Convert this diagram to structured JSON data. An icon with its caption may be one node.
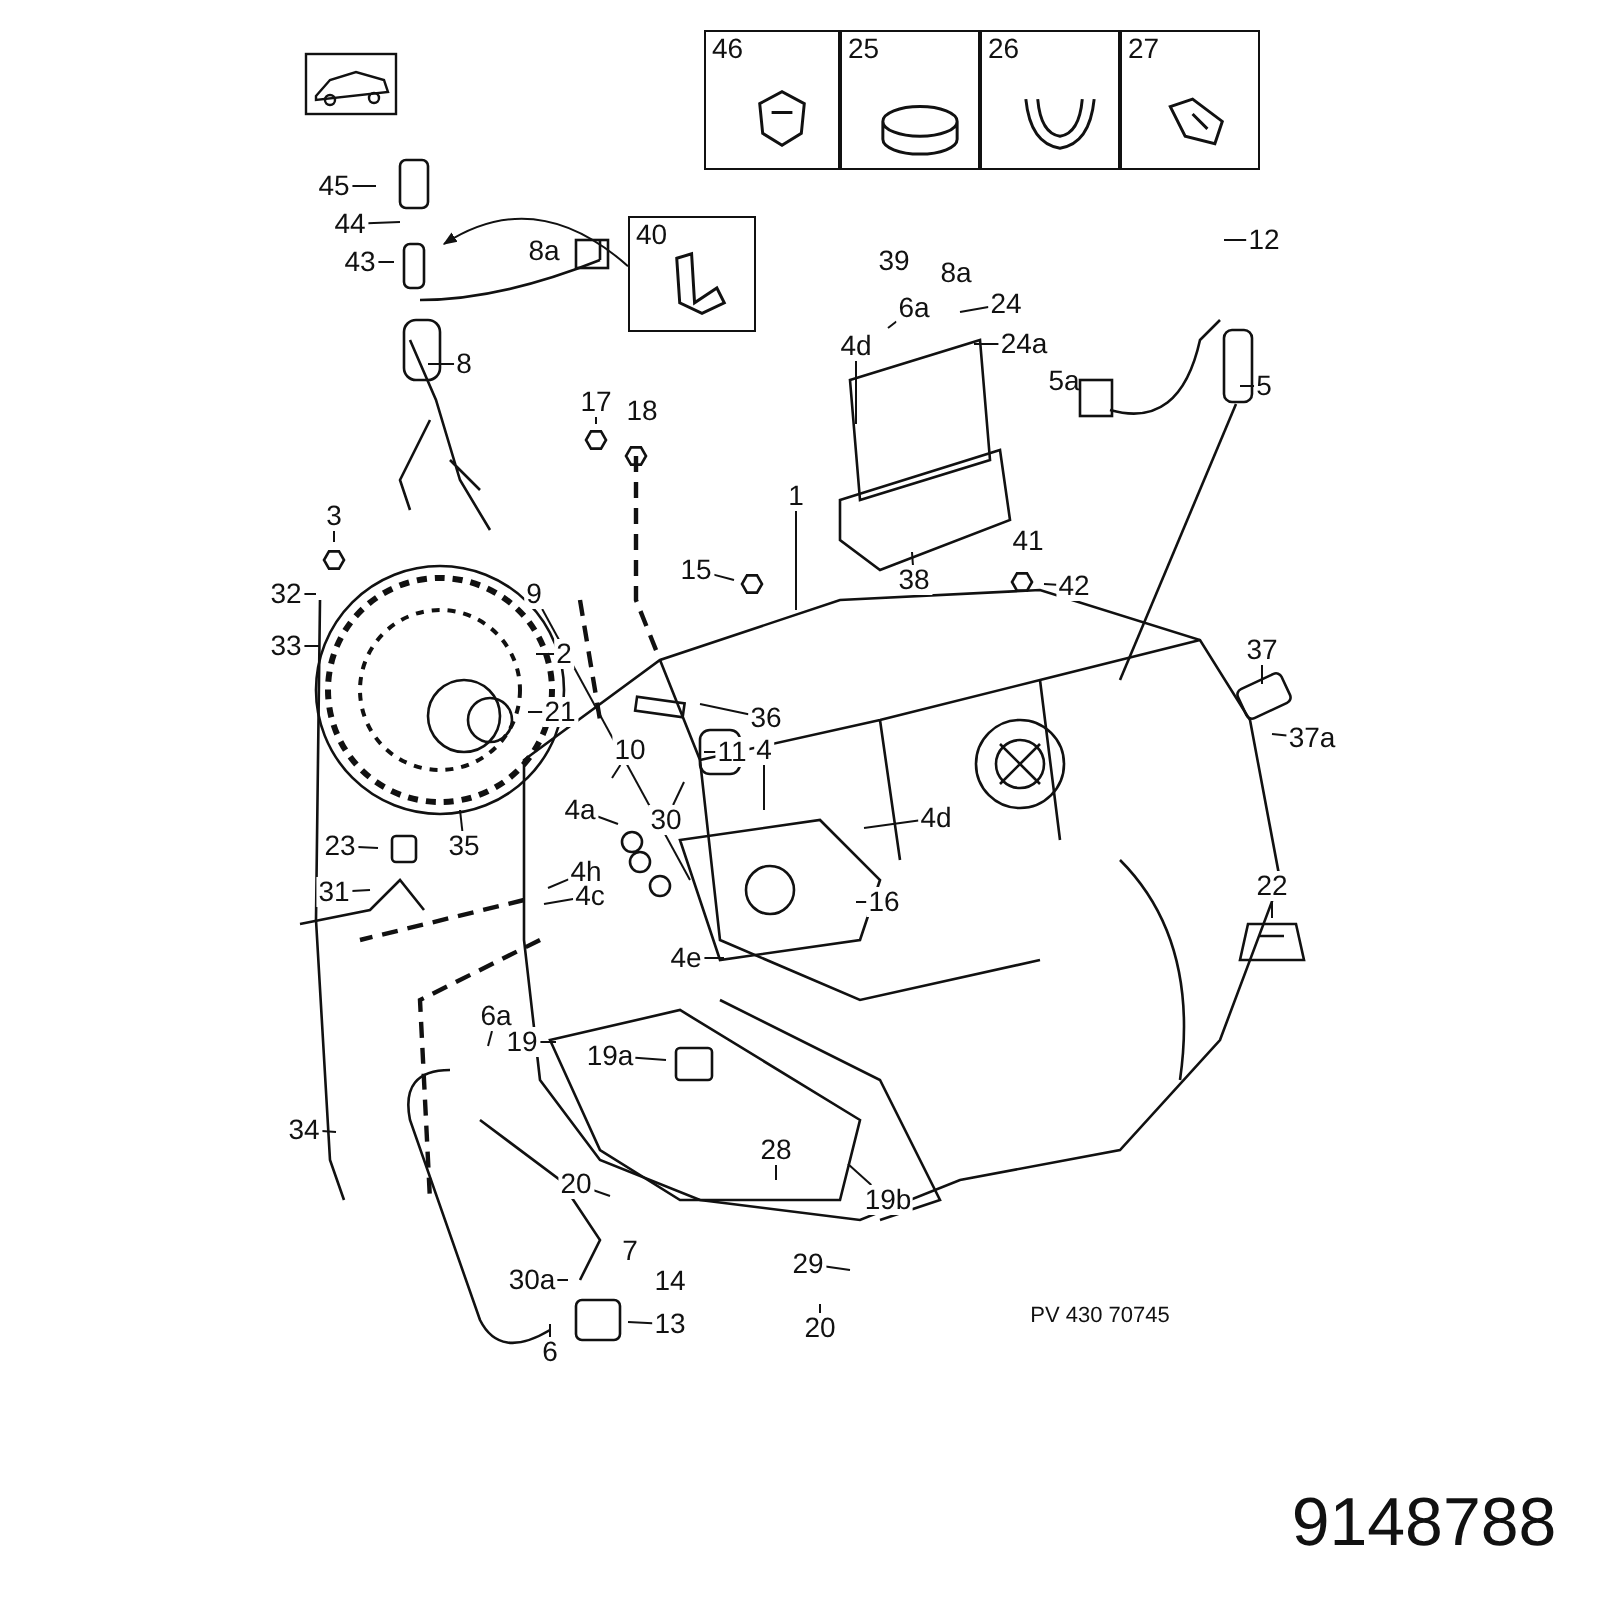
{
  "diagram": {
    "nodes": [
      {
        "text": [
          "46"
        ]
      },
      {
        "text": [
          "25"
        ]
      },
      {
        "text": [
          "26"
        ]
      },
      {
        "text": [
          "27"
        ]
      },
      {
        "text": [
          "40"
        ]
      },
      {
        "text": [
          "45"
        ]
      },
      {
        "text": [
          "44"
        ]
      },
      {
        "text": [
          "43"
        ]
      },
      {
        "text": [
          "12"
        ]
      },
      {
        "text": [
          "24"
        ]
      },
      {
        "text": [
          "6a"
        ]
      },
      {
        "text": [
          "4d"
        ]
      },
      {
        "text": [
          "24a"
        ]
      },
      {
        "text": [
          "8"
        ]
      },
      {
        "text": [
          "5"
        ]
      },
      {
        "text": [
          "17"
        ]
      },
      {
        "text": [
          "1"
        ]
      },
      {
        "text": [
          "3"
        ]
      },
      {
        "text": [
          "15"
        ]
      },
      {
        "text": [
          "38"
        ]
      },
      {
        "text": [
          "42"
        ]
      },
      {
        "text": [
          "32"
        ]
      },
      {
        "text": [
          "9"
        ]
      },
      {
        "text": [
          "33"
        ]
      },
      {
        "text": [
          "2"
        ]
      },
      {
        "text": [
          "37"
        ]
      },
      {
        "text": [
          "21"
        ]
      },
      {
        "text": [
          "36"
        ]
      },
      {
        "text": [
          "37a"
        ]
      },
      {
        "text": [
          "10"
        ]
      },
      {
        "text": [
          "11"
        ]
      },
      {
        "text": [
          "4"
        ]
      },
      {
        "text": [
          "4a"
        ]
      },
      {
        "text": [
          "30"
        ]
      },
      {
        "text": [
          "4d"
        ]
      },
      {
        "text": [
          "23"
        ]
      },
      {
        "text": [
          "35"
        ]
      },
      {
        "text": [
          "4h"
        ]
      },
      {
        "text": [
          "31"
        ]
      },
      {
        "text": [
          "4c"
        ]
      },
      {
        "text": [
          "16"
        ]
      },
      {
        "text": [
          "22"
        ]
      },
      {
        "text": [
          "4e"
        ]
      },
      {
        "text": [
          "6a"
        ]
      },
      {
        "text": [
          "19"
        ]
      },
      {
        "text": [
          "19a"
        ]
      },
      {
        "text": [
          "34"
        ]
      },
      {
        "text": [
          "28"
        ]
      },
      {
        "text": [
          "20"
        ]
      },
      {
        "text": [
          "19b"
        ]
      },
      {
        "text": [
          "29"
        ]
      },
      {
        "text": [
          "30a"
        ]
      },
      {
        "text": [
          "13"
        ]
      },
      {
        "text": [
          "20"
        ]
      },
      {
        "text": [
          "6"
        ]
      }
    ],
    "edges": [
      {
        "from": 4,
        "to": null,
        "arrow": "to"
      },
      {
        "from": 5,
        "to": null,
        "arrow": "none"
      },
      {
        "from": 6,
        "to": null,
        "arrow": "none"
      },
      {
        "from": 7,
        "to": null,
        "arrow": "none"
      },
      {
        "from": 8,
        "to": null,
        "arrow": "none"
      },
      {
        "from": 9,
        "to": null,
        "arrow": "none"
      },
      {
        "from": 10,
        "to": null,
        "arrow": "none"
      },
      {
        "from": 11,
        "to": null,
        "arrow": "none"
      },
      {
        "from": 12,
        "to": null,
        "arrow": "none"
      },
      {
        "from": 13,
        "to": null,
        "arrow": "none"
      },
      {
        "from": 14,
        "to": null,
        "arrow": "none"
      },
      {
        "from": 15,
        "to": null,
        "arrow": "none"
      },
      {
        "from": 16,
        "to": null,
        "arrow": "none"
      },
      {
        "from": 17,
        "to": null,
        "arrow": "none"
      },
      {
        "from": 18,
        "to": null,
        "arrow": "none"
      },
      {
        "from": 19,
        "to": null,
        "arrow": "none"
      },
      {
        "from": 20,
        "to": null,
        "arrow": "none"
      },
      {
        "from": 21,
        "to": null,
        "arrow": "none"
      },
      {
        "from": 22,
        "to": null,
        "arrow": "none"
      },
      {
        "from": 23,
        "to": null,
        "arrow": "none"
      },
      {
        "from": 24,
        "to": null,
        "arrow": "none"
      },
      {
        "from": 25,
        "to": null,
        "arrow": "none"
      },
      {
        "from": 26,
        "to": null,
        "arrow": "none"
      },
      {
        "from": 27,
        "to": null,
        "arrow": "none"
      },
      {
        "from": 28,
        "to": null,
        "arrow": "none"
      },
      {
        "from": 29,
        "to": null,
        "arrow": "none"
      },
      {
        "from": 30,
        "to": null,
        "arrow": "none"
      },
      {
        "from": 31,
        "to": null,
        "arrow": "none"
      },
      {
        "from": 32,
        "to": null,
        "arrow": "none"
      },
      {
        "from": 33,
        "to": null,
        "arrow": "none"
      },
      {
        "from": 34,
        "to": null,
        "arrow": "none"
      },
      {
        "from": 35,
        "to": null,
        "arrow": "none"
      },
      {
        "from": 36,
        "to": null,
        "arrow": "none"
      },
      {
        "from": 37,
        "to": null,
        "arrow": "none"
      },
      {
        "from": 38,
        "to": null,
        "arrow": "none"
      },
      {
        "from": 39,
        "to": null,
        "arrow": "none"
      },
      {
        "from": 40,
        "to": null,
        "arrow": "none"
      },
      {
        "from": 41,
        "to": null,
        "arrow": "none"
      },
      {
        "from": 42,
        "to": null,
        "arrow": "none"
      },
      {
        "from": 43,
        "to": null,
        "arrow": "none"
      },
      {
        "from": 44,
        "to": null,
        "arrow": "none"
      },
      {
        "from": 45,
        "to": null,
        "arrow": "none"
      },
      {
        "from": 46,
        "to": null,
        "arrow": "none"
      },
      {
        "from": 47,
        "to": null,
        "arrow": "none"
      },
      {
        "from": 48,
        "to": null,
        "arrow": "none"
      },
      {
        "from": 49,
        "to": null,
        "arrow": "none"
      },
      {
        "from": 50,
        "to": null,
        "arrow": "none"
      },
      {
        "from": 51,
        "to": null,
        "arrow": "none"
      },
      {
        "from": 52,
        "to": null,
        "arrow": "none"
      },
      {
        "from": 53,
        "to": null,
        "arrow": "none"
      },
      {
        "from": 54,
        "to": null,
        "arrow": "none"
      }
    ],
    "labels": [
      "8a",
      "18",
      "39",
      "8a",
      "5a",
      "41",
      "7",
      "14",
      "PV 430 70745",
      "9148788"
    ]
  }
}
